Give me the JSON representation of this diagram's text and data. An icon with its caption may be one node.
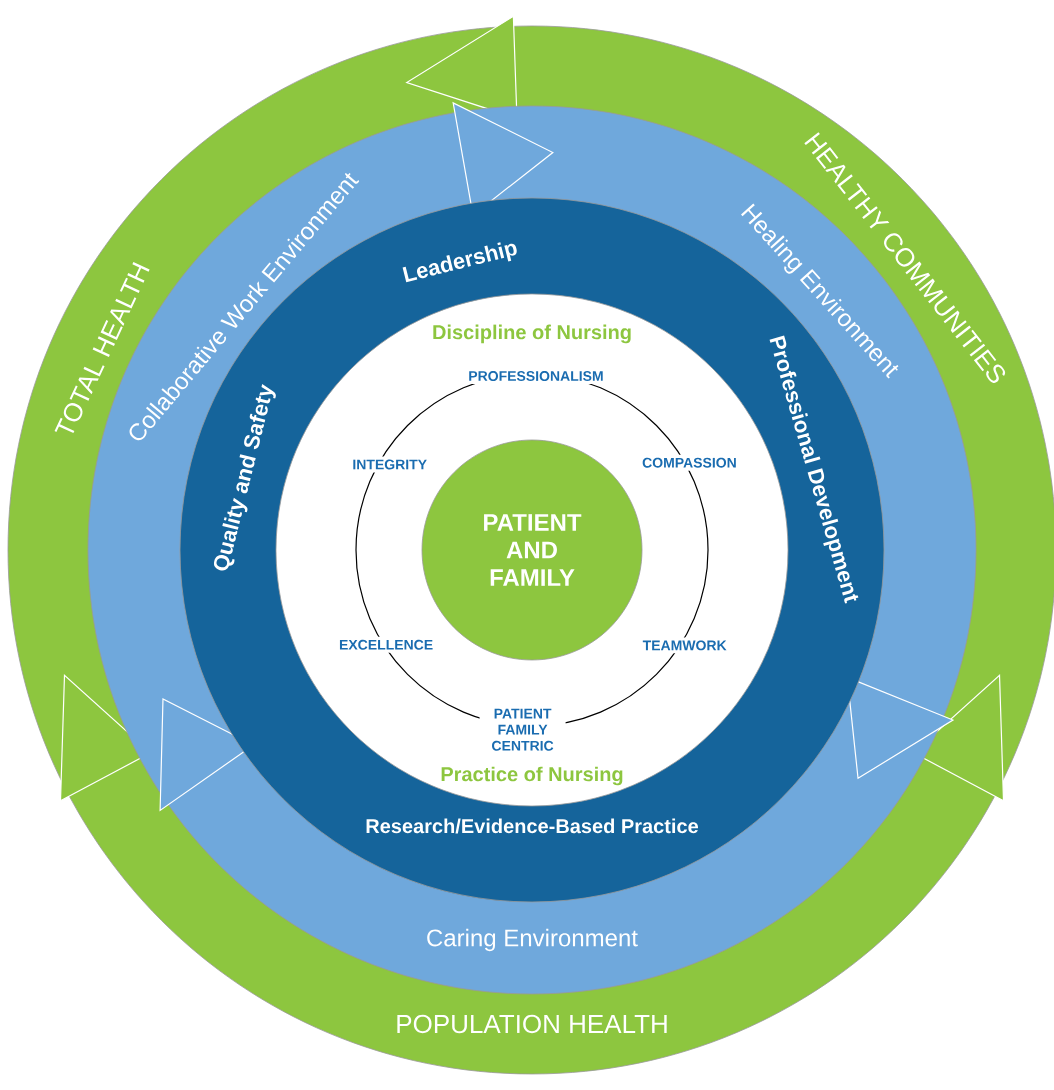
{
  "diagram": {
    "nodes": [
      {
        "text": [
          "TOTAL HEALTH",
          "HEALTHY COMMUNITIES",
          "POPULATION HEALTH"
        ]
      },
      {
        "text": [
          "Collaborative Work Environment",
          "Healing Environment",
          "Caring Environment"
        ],
        "in": 0
      },
      {
        "text": [
          "Leadership",
          "Quality and Safety",
          "Professional Development",
          "Research/Evidence-Based Practice"
        ],
        "in": 1
      },
      {
        "text": [
          "Discipline of Nursing",
          "PROFESSIONALISM",
          "INTEGRITY",
          "COMPASSION",
          "EXCELLENCE",
          "TEAMWORK",
          "PATIENT FAMILY CENTRIC",
          "Practice of Nursing"
        ],
        "in": 2
      },
      {
        "text": [
          "PATIENT AND FAMILY"
        ],
        "in": 3
      }
    ]
  }
}
